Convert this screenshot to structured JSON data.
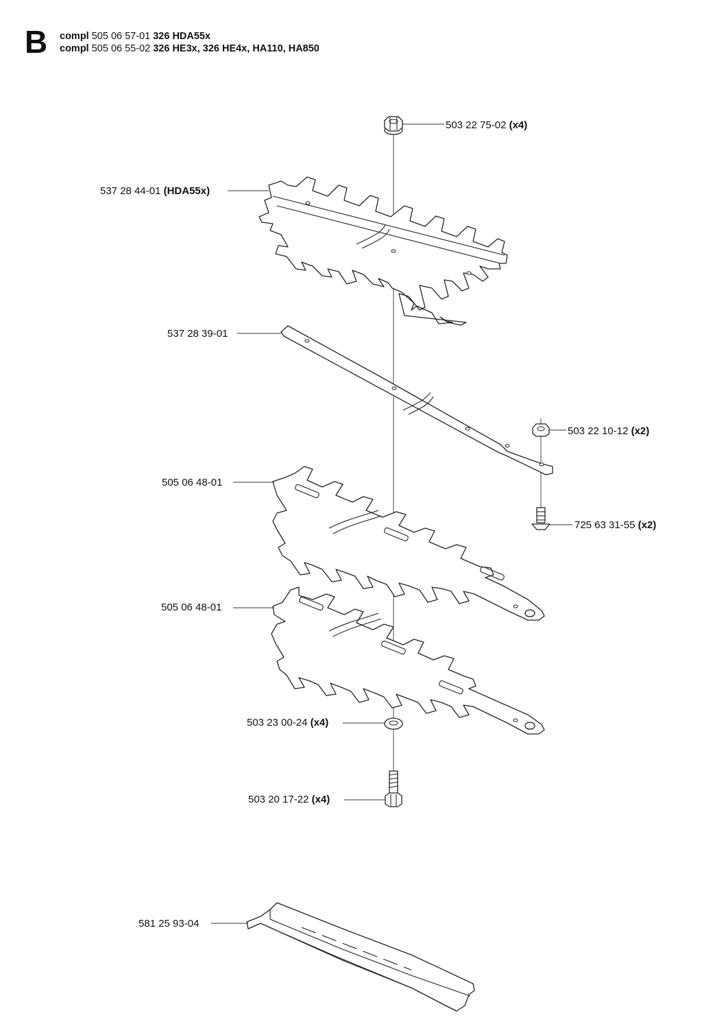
{
  "header": {
    "section_letter": "B",
    "lines": [
      {
        "prefix": "compl",
        "number": "505 06 57-01",
        "models": "326 HDA55x"
      },
      {
        "prefix": "compl",
        "number": "505 06 55-02",
        "models": "326 HE3x, 326 HE4x, HA110, HA850"
      }
    ]
  },
  "parts": [
    {
      "id": "nut-top",
      "number": "503 22 75-02",
      "qty": "(x4)"
    },
    {
      "id": "blade-hda",
      "number": "537 28 44-01",
      "qty": "(HDA55x)"
    },
    {
      "id": "guide-bar",
      "number": "537 28 39-01",
      "qty": ""
    },
    {
      "id": "nut-side",
      "number": "503 22 10-12",
      "qty": "(x2)"
    },
    {
      "id": "screw-side",
      "number": "725 63 31-55",
      "qty": "(x2)"
    },
    {
      "id": "blade-upper",
      "number": "505 06 48-01",
      "qty": ""
    },
    {
      "id": "blade-lower",
      "number": "505 06 48-01",
      "qty": ""
    },
    {
      "id": "washer",
      "number": "503 23 00-24",
      "qty": "(x4)"
    },
    {
      "id": "bolt",
      "number": "503 20 17-22",
      "qty": "(x4)"
    },
    {
      "id": "blade-guard",
      "number": "581 25 93-04",
      "qty": ""
    }
  ]
}
